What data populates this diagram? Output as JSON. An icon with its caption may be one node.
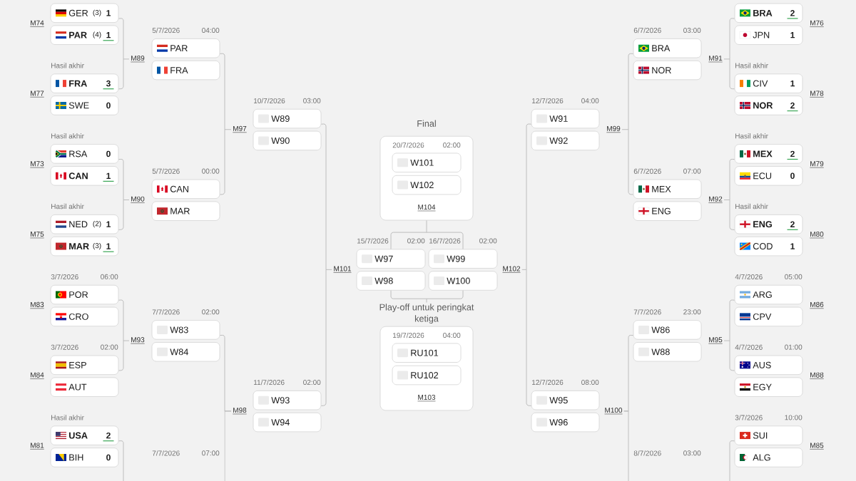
{
  "diagram": {
    "nodes": [
      {
        "text": [
          "GER",
          "(3)",
          "1"
        ]
      },
      {
        "text": [
          "PAR",
          "(4)",
          "1"
        ]
      },
      {
        "text": [
          "FRA",
          "3"
        ],
        "beside": [
          "Hasil akhir"
        ]
      },
      {
        "text": [
          "SWE",
          "0"
        ]
      },
      {
        "text": [
          "RSA",
          "0"
        ],
        "beside": [
          "Hasil akhir"
        ]
      },
      {
        "text": [
          "CAN",
          "1"
        ]
      },
      {
        "text": [
          "NED",
          "(2)",
          "1"
        ],
        "beside": [
          "Hasil akhir"
        ]
      },
      {
        "text": [
          "MAR",
          "(3)",
          "1"
        ]
      },
      {
        "text": [
          "POR"
        ],
        "beside": [
          "3/7/2026",
          "06:00"
        ]
      },
      {
        "text": [
          "CRO"
        ]
      },
      {
        "text": [
          "ESP"
        ],
        "beside": [
          "3/7/2026",
          "02:00"
        ]
      },
      {
        "text": [
          "AUT"
        ]
      },
      {
        "text": [
          "USA",
          "2"
        ],
        "beside": [
          "Hasil akhir"
        ]
      },
      {
        "text": [
          "BIH",
          "0"
        ]
      },
      {
        "text": [
          "M89"
        ]
      },
      {
        "text": [
          "M90"
        ]
      },
      {
        "text": [
          "M93"
        ]
      },
      {
        "text": [
          "PAR"
        ],
        "beside": [
          "5/7/2026",
          "04:00"
        ]
      },
      {
        "text": [
          "FRA"
        ]
      },
      {
        "text": [
          "CAN"
        ],
        "beside": [
          "5/7/2026",
          "00:00"
        ]
      },
      {
        "text": [
          "MAR"
        ]
      },
      {
        "text": [
          "W83"
        ],
        "beside": [
          "7/7/2026",
          "02:00"
        ]
      },
      {
        "text": [
          "W84"
        ]
      },
      {
        "text": [
          "M97"
        ]
      },
      {
        "text": [
          "M98"
        ]
      },
      {
        "text": [
          "W89"
        ],
        "beside": [
          "10/7/2026",
          "03:00"
        ]
      },
      {
        "text": [
          "W90"
        ]
      },
      {
        "text": [
          "W93"
        ],
        "beside": [
          "11/7/2026",
          "02:00"
        ]
      },
      {
        "text": [
          "W94"
        ]
      },
      {
        "text": [
          "M101"
        ]
      },
      {
        "text": [
          "W97"
        ],
        "beside": [
          "15/7/2026",
          "02:00"
        ]
      },
      {
        "text": [
          "W98"
        ]
      },
      {
        "text": [
          "Final",
          "20/7/2026",
          "02:00",
          "M104"
        ]
      },
      {
        "text": [
          "W101"
        ],
        "in": 32
      },
      {
        "text": [
          "W102"
        ],
        "in": 32
      },
      {
        "text": [
          "Play-off untuk peringkat ketiga",
          "19/7/2026",
          "04:00",
          "M103"
        ]
      },
      {
        "text": [
          "RU101"
        ],
        "in": 35
      },
      {
        "text": [
          "RU102"
        ],
        "in": 35
      },
      {
        "text": [
          "W99"
        ],
        "beside": [
          "16/7/2026",
          "02:00"
        ]
      },
      {
        "text": [
          "W100"
        ]
      },
      {
        "text": [
          "M102"
        ]
      },
      {
        "text": [
          "W91"
        ],
        "beside": [
          "12/7/2026",
          "04:00"
        ]
      },
      {
        "text": [
          "W92"
        ]
      },
      {
        "text": [
          "W95"
        ],
        "beside": [
          "12/7/2026",
          "08:00"
        ]
      },
      {
        "text": [
          "W96"
        ]
      },
      {
        "text": [
          "M99"
        ]
      },
      {
        "text": [
          "M100"
        ]
      },
      {
        "text": [
          "BRA"
        ],
        "beside": [
          "6/7/2026",
          "03:00"
        ]
      },
      {
        "text": [
          "NOR"
        ]
      },
      {
        "text": [
          "MEX"
        ],
        "beside": [
          "6/7/2026",
          "07:00"
        ]
      },
      {
        "text": [
          "ENG"
        ]
      },
      {
        "text": [
          "W86"
        ],
        "beside": [
          "7/7/2026",
          "23:00"
        ]
      },
      {
        "text": [
          "W88"
        ]
      },
      {
        "text": [
          "M91"
        ]
      },
      {
        "text": [
          "M92"
        ]
      },
      {
        "text": [
          "M95"
        ]
      },
      {
        "text": [
          "BRA",
          "2"
        ]
      },
      {
        "text": [
          "JPN",
          "1"
        ]
      },
      {
        "text": [
          "CIV",
          "1"
        ],
        "beside": [
          "Hasil akhir"
        ]
      },
      {
        "text": [
          "NOR",
          "2"
        ]
      },
      {
        "text": [
          "MEX",
          "2"
        ],
        "beside": [
          "Hasil akhir"
        ]
      },
      {
        "text": [
          "ECU",
          "0"
        ]
      },
      {
        "text": [
          "ENG",
          "2"
        ],
        "beside": [
          "Hasil akhir"
        ]
      },
      {
        "text": [
          "COD",
          "1"
        ]
      },
      {
        "text": [
          "ARG"
        ],
        "beside": [
          "4/7/2026",
          "05:00"
        ]
      },
      {
        "text": [
          "CPV"
        ]
      },
      {
        "text": [
          "AUS"
        ],
        "beside": [
          "4/7/2026",
          "01:00"
        ]
      },
      {
        "text": [
          "EGY"
        ]
      },
      {
        "text": [
          "SUI"
        ],
        "beside": [
          "3/7/2026",
          "10:00"
        ]
      },
      {
        "text": [
          "ALG"
        ]
      }
    ],
    "edges": [
      {
        "from": 0,
        "to": 14,
        "arrow": "none"
      },
      {
        "from": 2,
        "to": 14,
        "arrow": "none"
      },
      {
        "from": 4,
        "to": 15,
        "arrow": "none"
      },
      {
        "from": 6,
        "to": 15,
        "arrow": "none"
      },
      {
        "from": 8,
        "to": 16,
        "arrow": "none"
      },
      {
        "from": 10,
        "to": 16,
        "arrow": "none"
      },
      {
        "from": 12,
        "to": null,
        "arrow": "none"
      },
      {
        "from": 17,
        "to": 23,
        "arrow": "none"
      },
      {
        "from": 19,
        "to": 23,
        "arrow": "none"
      },
      {
        "from": 21,
        "to": 24,
        "arrow": "none"
      },
      {
        "from": null,
        "to": 24,
        "arrow": "none"
      },
      {
        "from": 25,
        "to": 29,
        "arrow": "none"
      },
      {
        "from": 27,
        "to": 29,
        "arrow": "none"
      },
      {
        "from": 30,
        "to": 32,
        "arrow": "none"
      },
      {
        "from": 38,
        "to": 32,
        "arrow": "none"
      },
      {
        "from": 31,
        "to": 35,
        "arrow": "none"
      },
      {
        "from": 39,
        "to": 35,
        "arrow": "none"
      },
      {
        "from": 41,
        "to": 40,
        "arrow": "none"
      },
      {
        "from": 43,
        "to": 40,
        "arrow": "none"
      },
      {
        "from": 47,
        "to": 45,
        "arrow": "none"
      },
      {
        "from": 49,
        "to": 45,
        "arrow": "none"
      },
      {
        "from": 51,
        "to": 46,
        "arrow": "none"
      },
      {
        "from": null,
        "to": 46,
        "arrow": "none"
      },
      {
        "from": 56,
        "to": 53,
        "arrow": "none"
      },
      {
        "from": 58,
        "to": 53,
        "arrow": "none"
      },
      {
        "from": 60,
        "to": 54,
        "arrow": "none"
      },
      {
        "from": 62,
        "to": 54,
        "arrow": "none"
      },
      {
        "from": 64,
        "to": 55,
        "arrow": "none"
      },
      {
        "from": 66,
        "to": 55,
        "arrow": "none"
      },
      {
        "from": 68,
        "to": null,
        "arrow": "none"
      }
    ],
    "labels": [
      "M74",
      "M77",
      "M73",
      "M75",
      "M83",
      "M84",
      "M81",
      "7/7/2026",
      "07:00",
      "M76",
      "M78",
      "M79",
      "M80",
      "M86",
      "M88",
      "M85",
      "8/7/2026",
      "03:00"
    ]
  }
}
